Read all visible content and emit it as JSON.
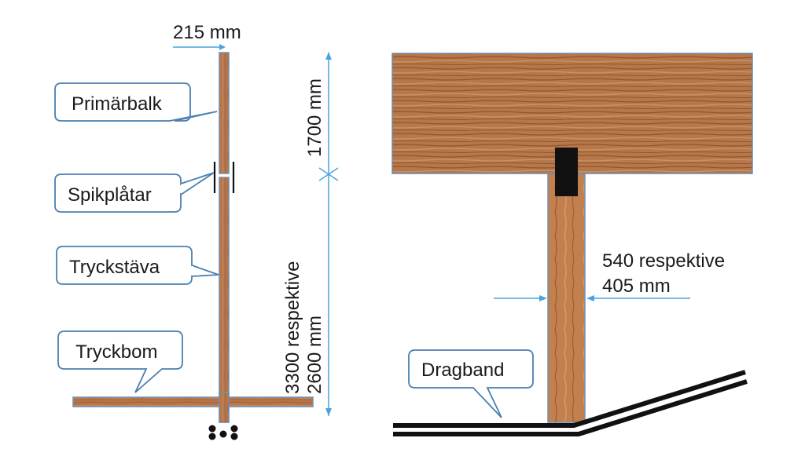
{
  "left_view": {
    "dim_width": "215 mm",
    "dim_top": "1700 mm",
    "dim_bottom_line1": "3300 respektive",
    "dim_bottom_line2": "2600 mm",
    "labels": {
      "primary_beam": "Primärbalk",
      "nail_plates": "Spikplåtar",
      "strut": "Tryckstäva",
      "boom": "Tryckbom"
    }
  },
  "right_view": {
    "dim_line1": "540 respektive",
    "dim_line2": "405 mm",
    "label_tie": "Dragband"
  },
  "colors": {
    "wood": "#b8764a",
    "wood_dark": "#8e5530",
    "outline": "#6f8fb4",
    "dimension": "#4aa3df",
    "steel": "#111111"
  }
}
